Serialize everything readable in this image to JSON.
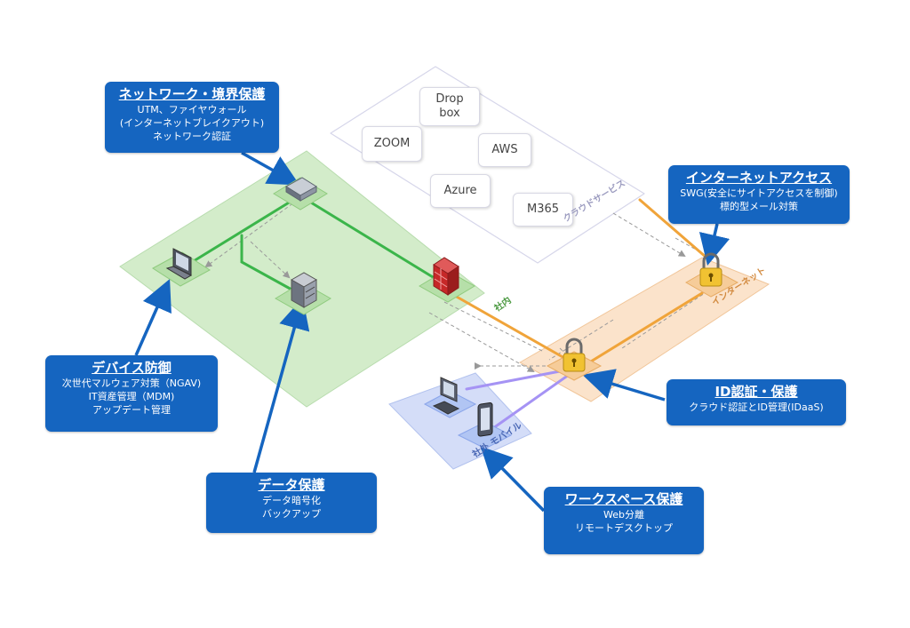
{
  "callouts": {
    "network": {
      "title": "ネットワーク・境界保護",
      "lines": [
        "UTM、ファイヤウォール",
        "(インターネットブレイクアウト)",
        "ネットワーク認証"
      ]
    },
    "device": {
      "title": "デバイス防御",
      "lines": [
        "次世代マルウェア対策（NGAV)",
        "IT資産管理（MDM)",
        "アップデート管理"
      ]
    },
    "data": {
      "title": "データ保護",
      "lines": [
        "データ暗号化",
        "バックアップ"
      ]
    },
    "internet_access": {
      "title": "インターネットアクセス",
      "lines": [
        "SWG(安全にサイトアクセスを制御)",
        "標的型メール対策"
      ]
    },
    "id_auth": {
      "title": "ID認証・保護",
      "lines": [
        "クラウド認証とID管理(IDaaS)"
      ]
    },
    "workspace": {
      "title": "ワークスペース保護",
      "lines": [
        "Web分離",
        "リモートデスクトップ"
      ]
    }
  },
  "cloud_services": [
    "Drop\nbox",
    "ZOOM",
    "AWS",
    "Azure",
    "M365"
  ],
  "zones": {
    "cloud": "クラウドサービス",
    "internal": "社内",
    "internet": "インターネット",
    "external_mobile": "社外 モバイル"
  },
  "colors": {
    "callout_bg": "#1565c0",
    "internal_zone": "#cfe9c8",
    "internet_zone": "#fbe2c8",
    "mobile_zone": "#d3defa",
    "green_line": "#3bb54a",
    "orange_line": "#f0a43a",
    "purple_line": "#9b8af0",
    "arrow_blue": "#1565c0"
  },
  "icons": [
    "switch-icon",
    "laptop-icon",
    "server-icon",
    "firewall-icon",
    "padlock-icon",
    "desktop-icon",
    "smartphone-icon"
  ]
}
